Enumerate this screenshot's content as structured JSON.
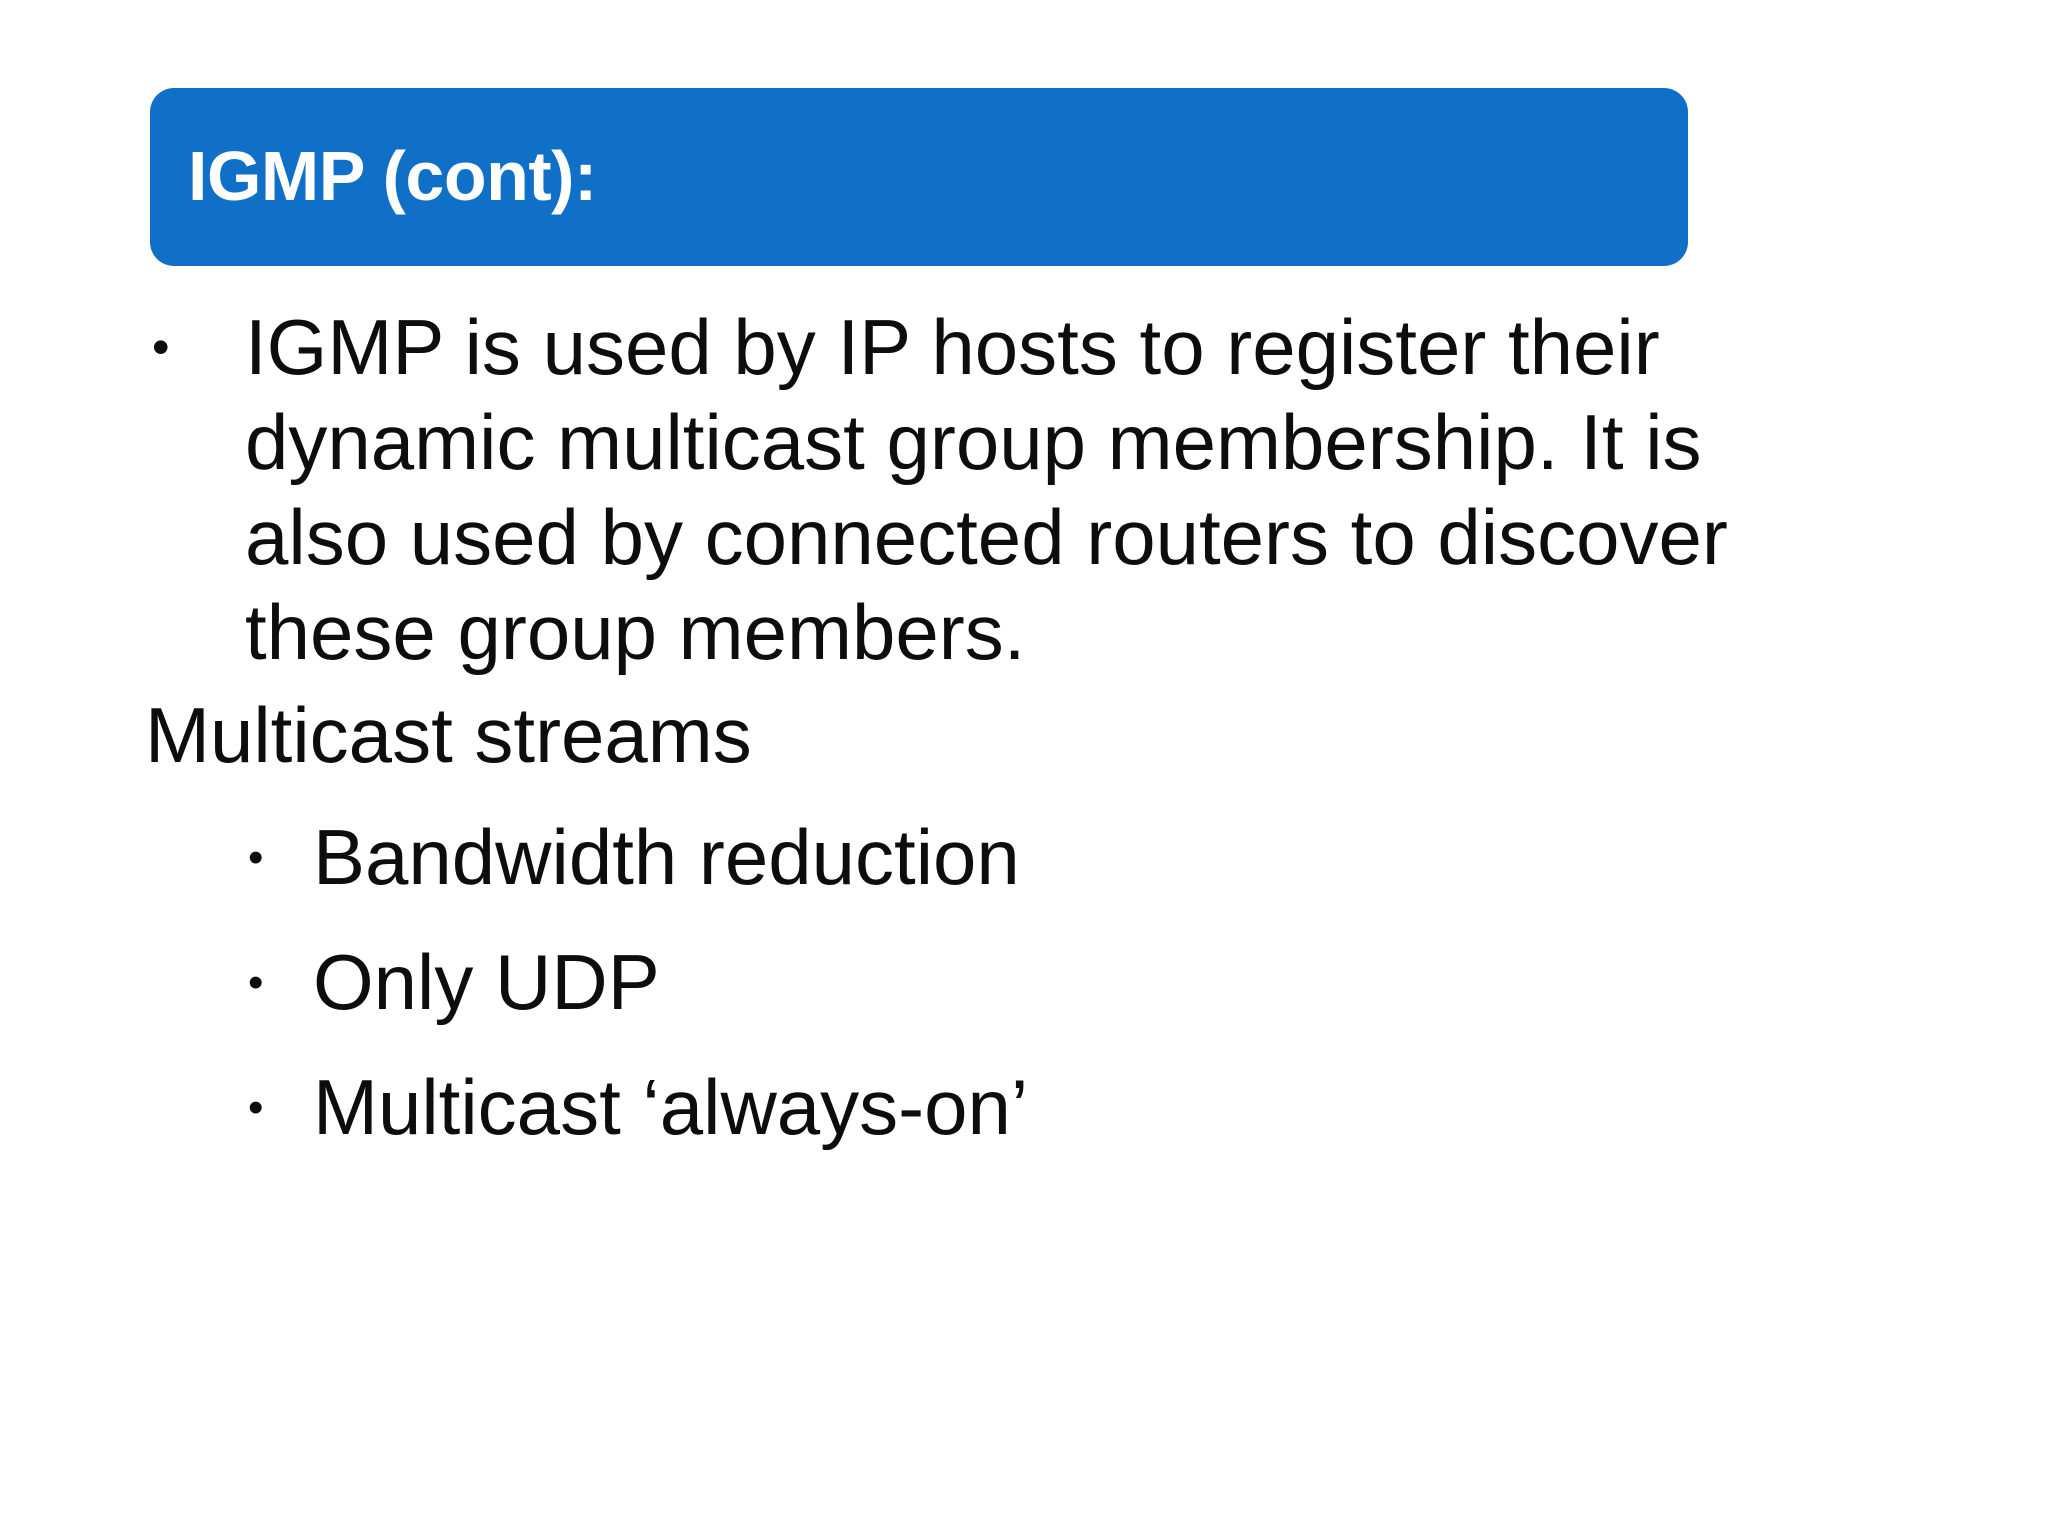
{
  "slide": {
    "background_color": "#ffffff",
    "title": {
      "text": "IGMP (cont):",
      "background_color": "#1070c8",
      "text_color": "#ffffff"
    },
    "body": {
      "text_color": "#0d0d0d",
      "bullet_glyph": "•",
      "level1_items": [
        {
          "bullet": "•",
          "text": "IGMP is used by IP hosts to register their dynamic multicast group membership. It is also used by connected routers to discover these group members."
        }
      ],
      "plain_lines": [
        "Multicast streams"
      ],
      "level2_items": [
        {
          "bullet": "•",
          "text": "Bandwidth reduction"
        },
        {
          "bullet": "•",
          "text": "Only UDP"
        },
        {
          "bullet": "•",
          "text": "Multicast ‘always-on’"
        }
      ]
    }
  }
}
